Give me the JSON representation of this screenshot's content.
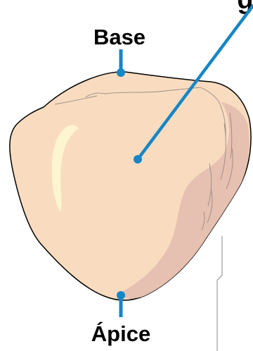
{
  "labels": {
    "top_partial": "g",
    "base": "Base",
    "apex": "Ápice"
  },
  "colors": {
    "organ_fill": "#f9dcc0",
    "organ_shadow": "#e6c0b0",
    "organ_highlight": "#fdf5cf",
    "outline": "#000000",
    "pointer_line": "#1786c5",
    "pointer_dot": "#1786c5",
    "side_line": "#8a8a8a"
  }
}
